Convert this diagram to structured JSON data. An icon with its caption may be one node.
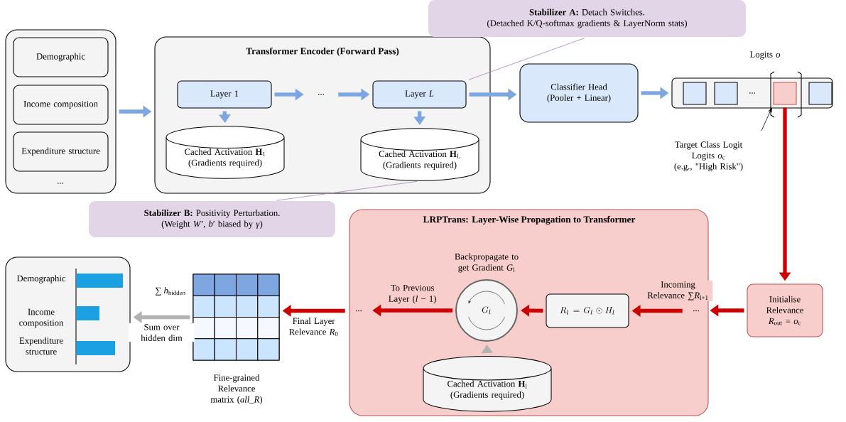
{
  "diagram": {
    "nodes": [
      {
        "text": [
          "..."
        ]
      },
      {
        "text": [
          "Demographic"
        ],
        "in": 0
      },
      {
        "text": [
          "Income composition"
        ],
        "in": 0
      },
      {
        "text": [
          "Expenditure structure"
        ],
        "in": 0
      },
      {
        "text": [
          "Transformer Encoder (Forward Pass)"
        ]
      },
      {
        "text": [
          "Layer 1"
        ],
        "in": 4
      },
      {
        "text": [
          "..."
        ],
        "in": 4
      },
      {
        "text": [
          "Layer *L*"
        ],
        "in": 4
      },
      {
        "text": [
          "Cached Activation **H**$_{1}$",
          "(Gradients required)"
        ],
        "in": 4
      },
      {
        "text": [
          "Cached Activation **H**$_{L}$",
          "(Gradients required)"
        ],
        "in": 4
      },
      {
        "text": [
          "**Stabilizer A:** Detach Switches.",
          "(Detached K/Q-softmax gradients & LayerNorm stats)"
        ]
      },
      {
        "text": [
          "Classifier Head (Pooler + Linear)"
        ]
      },
      {
        "text": [
          "..."
        ],
        "beside": [
          "Logits *o*"
        ]
      },
      {
        "text": [],
        "shape": "box",
        "in": 12
      },
      {
        "text": [],
        "shape": "box",
        "in": 12
      },
      {
        "text": [],
        "shape": "box",
        "in": 12
      },
      {
        "text": [],
        "shape": "box",
        "in": 12
      },
      {
        "text": [
          "Target Class Logit",
          "Logits *o*$_{c}$",
          "(e.g., \"High Risk\")"
        ]
      },
      {
        "text": [
          "**Stabilizer B:** Positivity Perturbation.",
          "(Weight *W*′, *b*′ biased by *γ*)"
        ]
      },
      {
        "text": [
          "LRPTrans: Layer-Wise Propagation to Transformer"
        ]
      },
      {
        "text": [
          "..."
        ],
        "in": 19
      },
      {
        "text": [
          "G_l"
        ],
        "in": 19,
        "beside": [
          "Backpropagate to get Gradient *G*$_{l}$"
        ]
      },
      {
        "text": [
          "R_l = G_l \\odot H_l"
        ],
        "in": 19
      },
      {
        "text": [
          "..."
        ],
        "in": 19
      },
      {
        "text": [
          "Cached Activation **H**$_{l}$",
          "(Gradients required)"
        ],
        "in": 19
      },
      {
        "text": [
          "Initialise Relevance *R*$_{out}$ = *o*$_{c}$"
        ]
      },
      {
        "text": [],
        "shape": "grid",
        "beside": [
          "Fine-grained Relevance matrix (*all_R*)"
        ]
      },
      {
        "text": [
          "Demographic",
          "Income composition",
          "Expenditure structure"
        ]
      }
    ],
    "edges": [
      {
        "from": 0,
        "to": 4,
        "arrow": "to",
        "color": "#7ea6e0"
      },
      {
        "from": 5,
        "to": 6,
        "arrow": "to",
        "color": "#7ea6e0"
      },
      {
        "from": 6,
        "to": 7,
        "arrow": "to",
        "color": "#7ea6e0"
      },
      {
        "from": 5,
        "to": 8,
        "arrow": "to",
        "color": "#7ea6e0"
      },
      {
        "from": 7,
        "to": 9,
        "arrow": "to",
        "color": "#7ea6e0"
      },
      {
        "from": 7,
        "to": 11,
        "arrow": "to",
        "color": "#7ea6e0"
      },
      {
        "from": 11,
        "to": 12,
        "arrow": "to",
        "color": "#7ea6e0"
      },
      {
        "from": 15,
        "to": 25,
        "arrow": "to",
        "color": "#cc0000"
      },
      {
        "from": 25,
        "to": 23,
        "arrow": "to",
        "color": "#cc0000"
      },
      {
        "from": 23,
        "to": 22,
        "arrow": "to",
        "color": "#cc0000",
        "label": "Incoming Relevance ∑*R*$_{l+1}$"
      },
      {
        "from": 22,
        "to": 21,
        "arrow": "to",
        "color": "#cc0000"
      },
      {
        "from": 24,
        "to": 21,
        "arrow": "to",
        "color": "#b3b3b3"
      },
      {
        "from": 21,
        "to": 20,
        "arrow": "to",
        "color": "#cc0000",
        "label": "To Previous Layer (*l* − 1)"
      },
      {
        "from": 20,
        "to": 26,
        "arrow": "to",
        "color": "#cc0000",
        "label": "Final Layer Relevance *R*$_{0}$"
      },
      {
        "from": 26,
        "to": 27,
        "arrow": "to",
        "color": "#b3b3b3",
        "label": "Sum over hidden dim"
      },
      {
        "from": 17,
        "to": 15,
        "arrow": "to",
        "color": "#000000"
      },
      {
        "from": 10,
        "to": 7,
        "arrow": "none",
        "color": "#a680b8"
      },
      {
        "from": 18,
        "to": 9,
        "arrow": "none",
        "color": "#a680b8"
      }
    ],
    "labels": [
      "∑ *h*$_{hidden}$"
    ]
  }
}
